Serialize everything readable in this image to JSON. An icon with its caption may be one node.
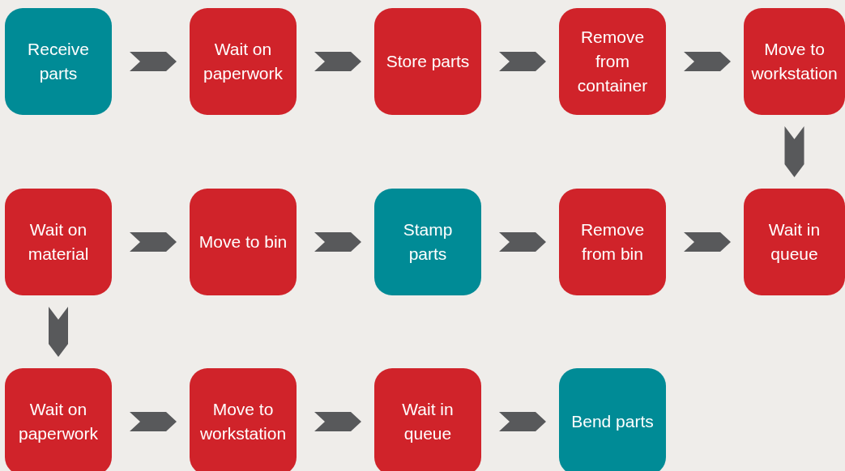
{
  "diagram": {
    "nodes": [
      {
        "text": [
          "Receive parts"
        ]
      },
      {
        "text": [
          "Wait on paperwork"
        ]
      },
      {
        "text": [
          "Store parts"
        ]
      },
      {
        "text": [
          "Remove from container"
        ]
      },
      {
        "text": [
          "Move to workstation"
        ]
      },
      {
        "text": [
          "Wait on material"
        ]
      },
      {
        "text": [
          "Move to bin"
        ]
      },
      {
        "text": [
          "Stamp parts"
        ]
      },
      {
        "text": [
          "Remove from bin"
        ]
      },
      {
        "text": [
          "Wait in queue"
        ]
      },
      {
        "text": [
          "Wait on paperwork"
        ]
      },
      {
        "text": [
          "Move to workstation"
        ]
      },
      {
        "text": [
          "Wait in queue"
        ]
      },
      {
        "text": [
          "Bend parts"
        ]
      }
    ],
    "edges": [
      {
        "from": 0,
        "to": 1,
        "arrow": "to"
      },
      {
        "from": 1,
        "to": 2,
        "arrow": "to"
      },
      {
        "from": 2,
        "to": 3,
        "arrow": "to"
      },
      {
        "from": 3,
        "to": 4,
        "arrow": "to"
      },
      {
        "from": 4,
        "to": 9,
        "arrow": "to"
      },
      {
        "from": 5,
        "to": 6,
        "arrow": "to"
      },
      {
        "from": 6,
        "to": 7,
        "arrow": "to"
      },
      {
        "from": 7,
        "to": 8,
        "arrow": "to"
      },
      {
        "from": 8,
        "to": 9,
        "arrow": "to"
      },
      {
        "from": 5,
        "to": 10,
        "arrow": "to"
      },
      {
        "from": 10,
        "to": 11,
        "arrow": "to"
      },
      {
        "from": 11,
        "to": 12,
        "arrow": "to"
      },
      {
        "from": 12,
        "to": 13,
        "arrow": "to"
      }
    ]
  }
}
